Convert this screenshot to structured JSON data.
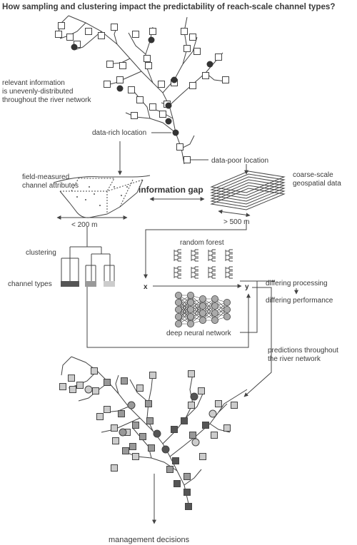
{
  "title": "How sampling and clustering impact the predictability of reach-scale channel types?",
  "labels": {
    "relevant_info_1": "relevant information",
    "relevant_info_2": "is unevenly-distributed",
    "relevant_info_3": "throughout the river network",
    "data_rich": "data-rich location",
    "data_poor": "data-poor location",
    "field_1": "field-measured",
    "field_2": "channel attributes",
    "info_gap": "information gap",
    "coarse_1": "coarse-scale",
    "coarse_2": "geospatial data",
    "lt_200": "< 200 m",
    "gt_500": "> 500 m",
    "clustering": "clustering",
    "channel_types": "channel types",
    "random_forest": "random forest",
    "x_var": "x",
    "y_var": "y",
    "deep_nn": "deep neural network",
    "differing_processing": "differing processing",
    "differing_performance": "differing performance",
    "pred_1": "predictions throughout",
    "pred_2": "the river network",
    "management": "management decisions"
  },
  "colors": {
    "line": "#444444",
    "type_dark": "#555555",
    "type_mid": "#999999",
    "type_light": "#cccccc",
    "node_fill": "#aaaaaa"
  }
}
